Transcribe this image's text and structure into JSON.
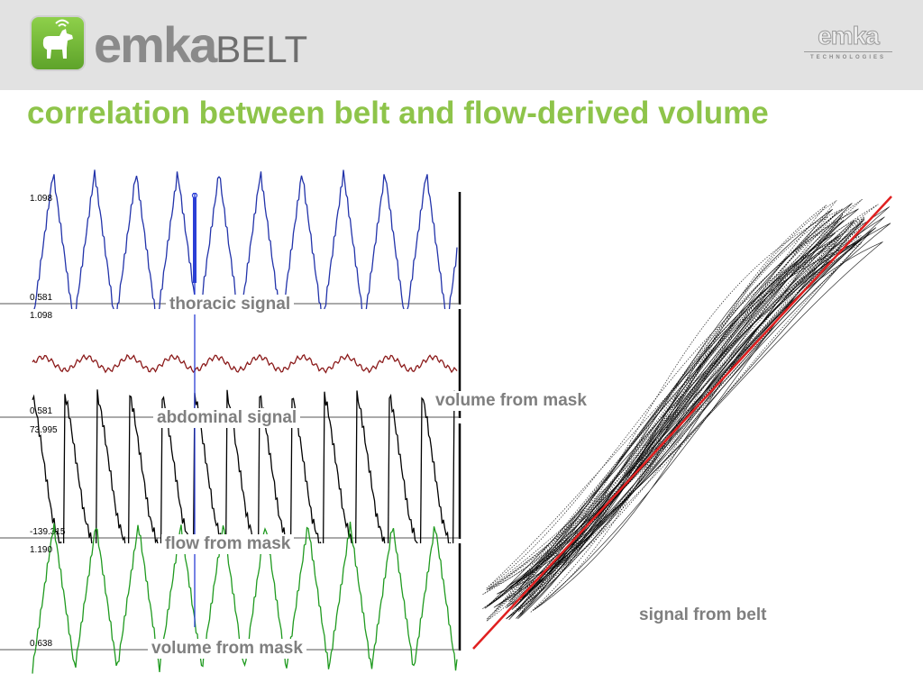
{
  "header": {
    "product_name": "emka",
    "product_suffix": "BELT",
    "company_name": "emka",
    "company_tagline": "TECHNOLOGIES",
    "logo_icon": "dog-icon",
    "accent_color": "#8ec44a"
  },
  "page_title": "correlation between belt and flow-derived volume",
  "traces": [
    {
      "label": "thoracic signal",
      "y_max_label": "1.098",
      "y_min_label": "0.581",
      "color": "#2233aa"
    },
    {
      "label": "abdominal signal",
      "y_max_label": "1.098",
      "y_min_label": "0.581",
      "color": "#8b1a1a"
    },
    {
      "label": "flow from mask",
      "y_max_label": "73.995",
      "y_min_label": "-139.315",
      "color": "#000000"
    },
    {
      "label": "volume from mask",
      "y_max_label": "1.190",
      "y_min_label": "0.638",
      "color": "#1f9a1f"
    }
  ],
  "scatter": {
    "x_label": "signal from belt",
    "y_label": "volume from mask",
    "regression_color": "#e02020",
    "loop_color": "#000000"
  }
}
